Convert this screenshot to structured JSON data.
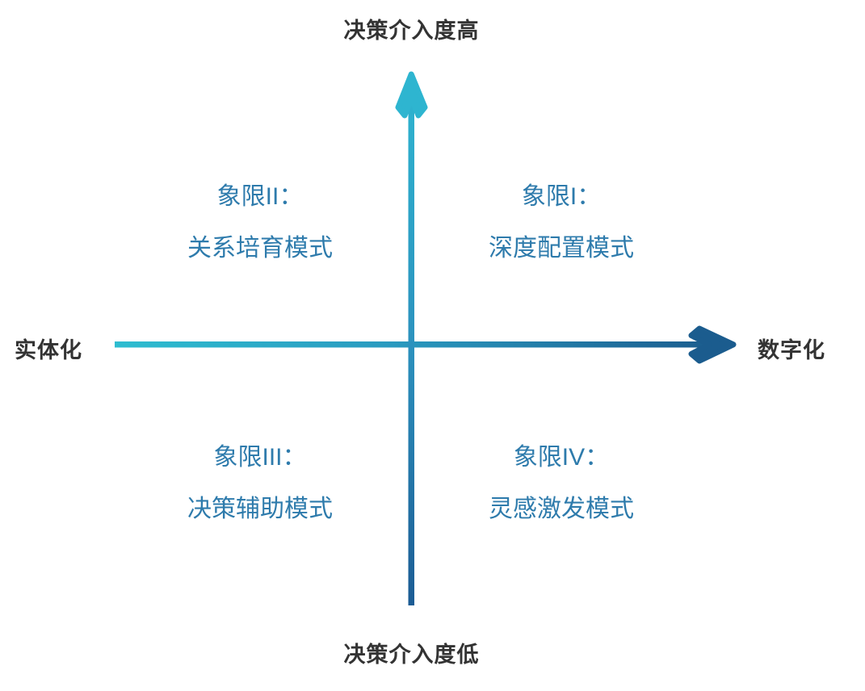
{
  "diagram": {
    "type": "quadrant-matrix",
    "axes": {
      "vertical": {
        "top_label": "决策介入度高",
        "bottom_label": "决策介入度低",
        "top_color": "#2EB5D0",
        "bottom_color": "#1C5C94",
        "arrow_at": "top"
      },
      "horizontal": {
        "left_label": "实体化",
        "right_label": "数字化",
        "left_color": "#2EBDD0",
        "right_color": "#1B5C8E",
        "arrow_at": "right"
      }
    },
    "label_color": "#333333",
    "quadrant_text_color": "#2E7BAC",
    "quadrants": [
      {
        "id": "I",
        "position": "top-right",
        "title": "象限I：",
        "name": "深度配置模式"
      },
      {
        "id": "II",
        "position": "top-left",
        "title": "象限II：",
        "name": "关系培育模式"
      },
      {
        "id": "III",
        "position": "bottom-left",
        "title": "象限III：",
        "name": "决策辅助模式"
      },
      {
        "id": "IV",
        "position": "bottom-right",
        "title": "象限IV：",
        "name": "灵感激发模式"
      }
    ]
  }
}
